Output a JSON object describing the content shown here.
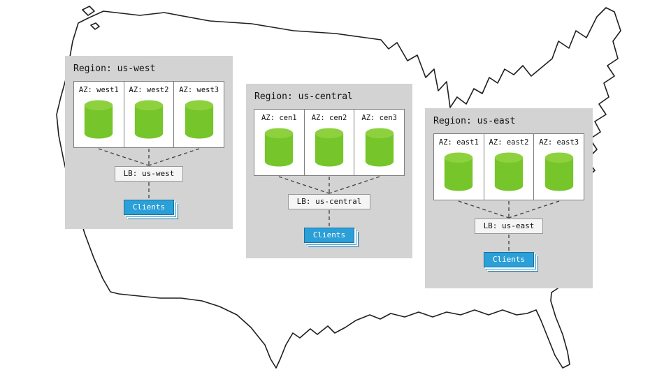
{
  "diagram": {
    "description_map": "us-map-outline"
  },
  "regions": [
    {
      "title": "Region: us-west",
      "azs": [
        "AZ: west1",
        "AZ: west2",
        "AZ: west3"
      ],
      "lb": "LB: us-west",
      "clients": "Clients"
    },
    {
      "title": "Region: us-central",
      "azs": [
        "AZ: cen1",
        "AZ: cen2",
        "AZ: cen3"
      ],
      "lb": "LB: us-central",
      "clients": "Clients"
    },
    {
      "title": "Region: us-east",
      "azs": [
        "AZ: east1",
        "AZ: east2",
        "AZ: east3"
      ],
      "lb": "LB: us-east",
      "clients": "Clients"
    }
  ],
  "colors": {
    "region_bg": "#d3d3d3",
    "az_box_bg": "#ffffff",
    "az_border": "#7f7f7f",
    "cylinder_top": "#8ed13f",
    "cylinder_body": "#76c52a",
    "lb_bg": "#f5f5f5",
    "lb_border": "#9a9a9a",
    "clients_bg": "#2b9fd7",
    "clients_shadow": "#1b72a3",
    "connector": "#3f3f3f",
    "map_stroke": "#1f1f1f"
  }
}
